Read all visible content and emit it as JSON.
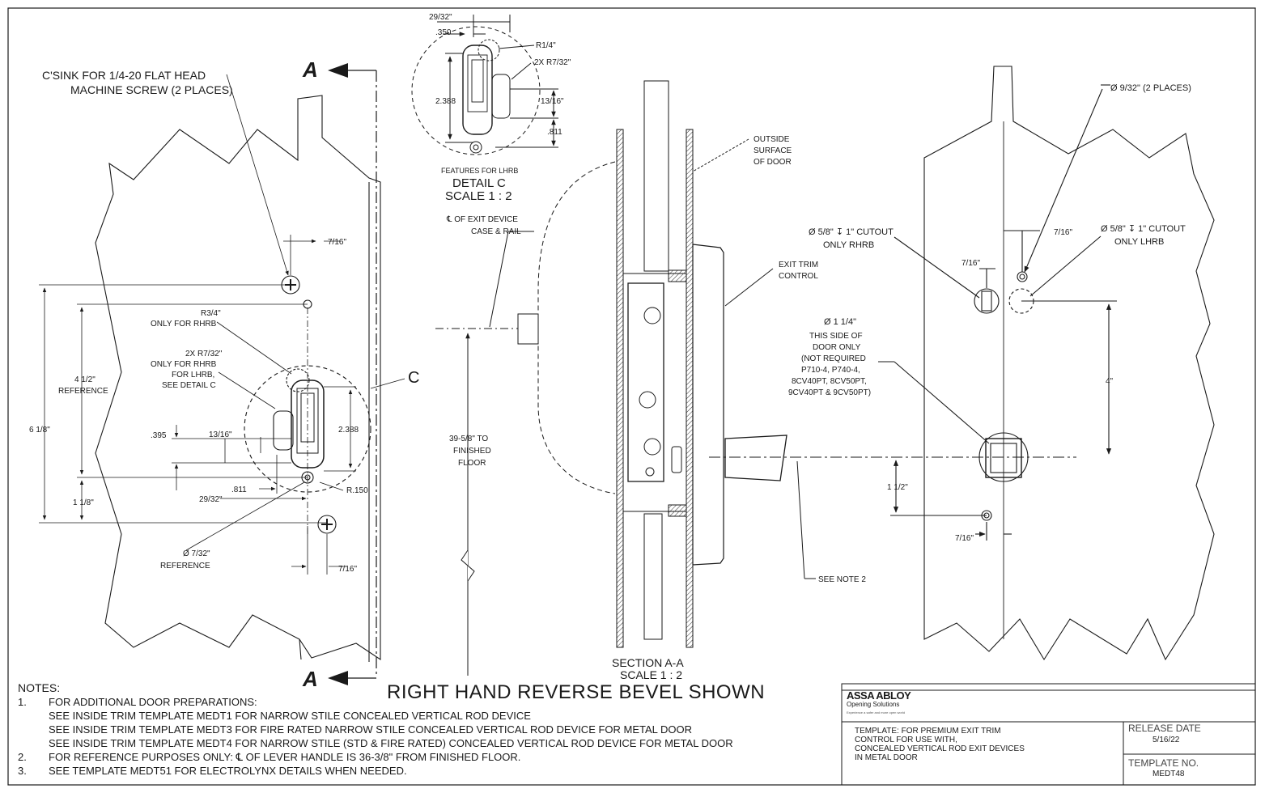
{
  "colors": {
    "ink": "#1a1a1a",
    "paper": "#ffffff"
  },
  "labels": {
    "csink": [
      "C'SINK FOR 1/4-20 FLAT HEAD",
      "MACHINE SCREW (2 PLACES)"
    ],
    "section_marker": "A",
    "dim_7_16": "7/16\"",
    "r3_4": [
      "R3/4\"",
      "ONLY FOR RHRB"
    ],
    "r7_32": [
      "2X R7/32\"",
      "ONLY FOR RHRB",
      "FOR LHRB,",
      "SEE DETAIL C"
    ],
    "ref_4_1_2": [
      "4 1/2\"",
      "REFERENCE"
    ],
    "dim_6_1_8": "6 1/8\"",
    "dim_395": ".395",
    "dim_13_16": "13/16\"",
    "dim_2388": "2.388",
    "detail_callout": "C",
    "dim_811": ".811",
    "dim_29_32": "29/32\"",
    "dim_r150": "R.150",
    "dim_1_1_8": "1 1/8\"",
    "dia_7_32": [
      "Ø 7/32\"",
      "REFERENCE"
    ],
    "detail_c_dims": {
      "d29_32": "29/32\"",
      "d350": ".350",
      "r1_4": "R1/4\"",
      "r7_32": "2X R7/32\"",
      "d2388": "2.388",
      "d13_16": "13/16\"",
      "d811": ".811"
    },
    "detail_c_caption": [
      "FEATURES FOR LHRB",
      "DETAIL C",
      "SCALE 1 : 2"
    ],
    "cl_exit": [
      "℄ OF EXIT DEVICE",
      "CASE & RAIL"
    ],
    "floor": [
      "39-5/8\" TO",
      "FINISHED",
      "FLOOR"
    ],
    "outside_surface": [
      "OUTSIDE",
      "SURFACE",
      "OF DOOR"
    ],
    "exit_trim": [
      "EXIT TRIM",
      "CONTROL"
    ],
    "see_note_2": "SEE NOTE 2",
    "section_caption": [
      "SECTION A-A",
      "SCALE 1 : 2"
    ],
    "dia_9_32": "Ø 9/32\" (2 PLACES)",
    "cutout_rhrb": [
      "Ø 5/8\" ↧ 1\" CUTOUT",
      "ONLY RHRB"
    ],
    "cutout_lhrb": [
      "Ø 5/8\" ↧ 1\" CUTOUT",
      "ONLY LHRB"
    ],
    "dia_1_1_4": [
      "Ø 1 1/4\"",
      "THIS SIDE OF",
      "DOOR ONLY",
      "(NOT REQUIRED",
      "P710-4, P740-4,",
      "8CV40PT, 8CV50PT,",
      "9CV40PT & 9CV50PT)"
    ],
    "dim_4": "4\"",
    "dim_1_1_2": "1 1/2\""
  },
  "banner": "RIGHT HAND REVERSE BEVEL SHOWN",
  "notes": {
    "heading": "NOTES:",
    "items": [
      {
        "num": "1.",
        "text": "FOR ADDITIONAL DOOR PREPARATIONS:"
      },
      {
        "num": "",
        "text": "SEE INSIDE TRIM TEMPLATE MEDT1 FOR NARROW STILE CONCEALED VERTICAL ROD DEVICE"
      },
      {
        "num": "",
        "text": "SEE INSIDE TRIM TEMPLATE MEDT3 FOR FIRE RATED NARROW STILE CONCEALED VERTICAL ROD DEVICE FOR METAL DOOR"
      },
      {
        "num": "",
        "text": "SEE INSIDE TRIM TEMPLATE MEDT4 FOR NARROW STILE (STD & FIRE RATED) CONCEALED VERTICAL ROD DEVICE FOR METAL DOOR"
      },
      {
        "num": "2.",
        "text": "FOR REFERENCE PURPOSES ONLY:  ℄ OF LEVER HANDLE IS 36-3/8\" FROM FINISHED FLOOR."
      },
      {
        "num": "3.",
        "text": "SEE TEMPLATE MEDT51 FOR ELECTROLYNX DETAILS WHEN NEEDED."
      }
    ]
  },
  "title_block": {
    "company": "ASSA ABLOY",
    "division": "Opening Solutions",
    "tagline": "Experience a safer and more open world",
    "template_desc": [
      "TEMPLATE: FOR PREMIUM EXIT TRIM",
      "CONTROL FOR USE WITH,",
      "CONCEALED VERTICAL ROD EXIT DEVICES",
      "IN METAL DOOR"
    ],
    "release_label": "RELEASE  DATE",
    "release_value": "5/16/22",
    "template_no_label": "TEMPLATE  NO.",
    "template_no_value": "MEDT48"
  }
}
